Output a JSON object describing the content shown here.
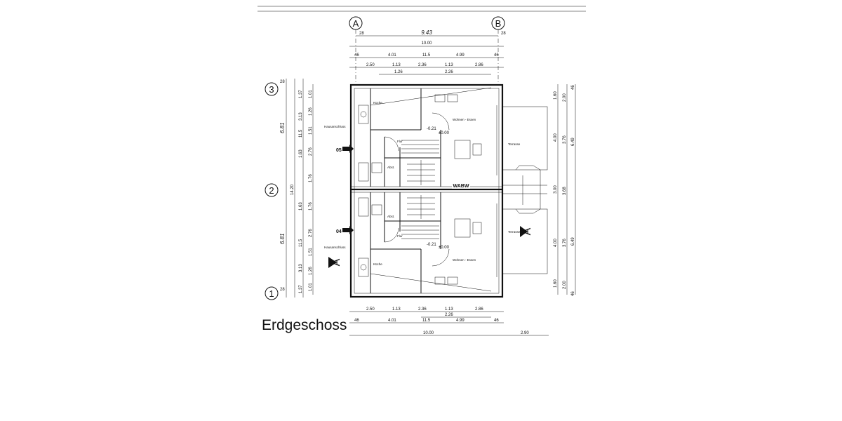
{
  "drawing": {
    "title": "Erdgeschoss",
    "grid_axes": {
      "columns": [
        "A",
        "B"
      ],
      "rows": [
        "3",
        "2",
        "1"
      ],
      "axis_offset": "28"
    },
    "labels": {
      "wabw": "WABW",
      "entrance_05": "05",
      "entrance_04": "04",
      "section_mark": "A",
      "top_span": "9.43",
      "row_span_top": "6.81",
      "row_span_bottom": "6.81",
      "overall_height": "14.20"
    },
    "top_dims": {
      "total": "10.00",
      "row1": [
        "46",
        "4.01",
        "11.5",
        "4.99",
        "46"
      ],
      "row2": [
        "2.50",
        "1.13",
        "2.36",
        "1.13",
        "2.86"
      ],
      "row3": [
        "1.26",
        "2.26"
      ]
    },
    "bottom_dims": {
      "row1": [
        "2.50",
        "1.13",
        "2.36",
        "1.13",
        "2.86"
      ],
      "row2": [
        "2.26"
      ],
      "row3": [
        "46",
        "4.01",
        "11.5",
        "4.99",
        "46"
      ],
      "total": "10.00",
      "terrace": "2.90"
    },
    "left_dims": [
      "1.37",
      "3.13",
      "11.5",
      "1.63",
      "1.63",
      "11.5",
      "3.13",
      "1.37"
    ],
    "left_inner_dims": [
      "1.01",
      "1.26",
      "1.51",
      "2.76",
      "1.76",
      "1.76",
      "2.76",
      "1.51",
      "1.26",
      "1.01"
    ],
    "right_dims": [
      "46",
      "1.60",
      "4.00",
      "3.00",
      "4.00",
      "1.60",
      "46"
    ],
    "right_dims_outer": [
      "2.00",
      "3.76",
      "3.68",
      "3.76",
      "2.00"
    ],
    "right_total": "6.49",
    "levels": [
      "-0.21",
      "±0.00",
      "±0.00",
      "-0.21"
    ],
    "rooms": [
      {
        "name": "Küche"
      },
      {
        "name": "Wohnen - Essen"
      },
      {
        "name": "Hausanschluss"
      },
      {
        "name": "Flur"
      },
      {
        "name": "Abst."
      },
      {
        "name": "Terrasse"
      },
      {
        "name": "Abst."
      },
      {
        "name": "Flur"
      },
      {
        "name": "Terrasse"
      },
      {
        "name": "Hausanschluss"
      },
      {
        "name": "Küche"
      },
      {
        "name": "Wohnen - Essen"
      }
    ]
  }
}
